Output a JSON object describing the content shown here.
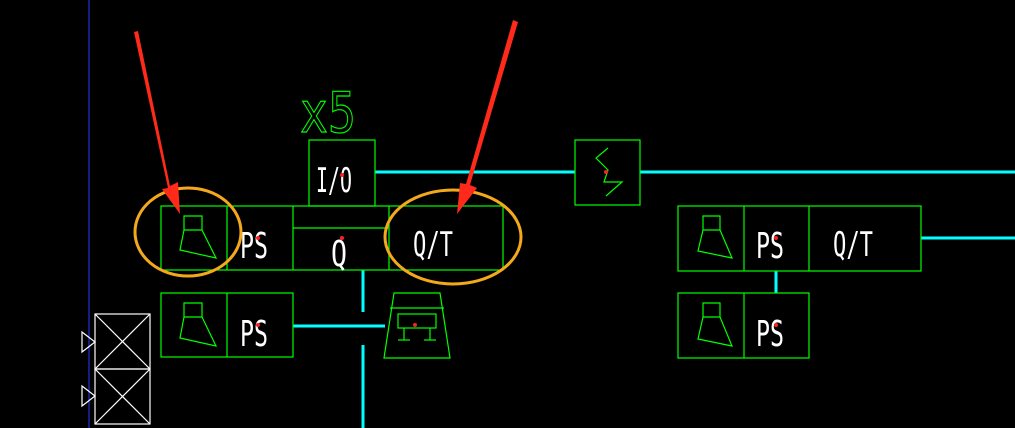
{
  "labels": {
    "multiplier": "x5",
    "io": "I/O",
    "q": "Q",
    "qt_left": "Q/T",
    "qt_right": "Q/T",
    "ps_top_left": "PS",
    "ps_bottom_left": "PS",
    "ps_top_right": "PS",
    "ps_bottom_right": "PS"
  },
  "colors": {
    "background": "#000000",
    "block_outline": "#00ff00",
    "label_text": "#ffffff",
    "pipe": "#00ffff",
    "arrow": "#ff2a1a",
    "highlight_circle": "#f4a91c",
    "reference_line": "#2a3cff",
    "marker": "#ff2020"
  },
  "icons": {
    "speaker": "speaker-bracket-icon",
    "wave": "wave-symbol-icon",
    "terminal": "terminal-box-icon",
    "device": "trapezoid-device-icon"
  }
}
